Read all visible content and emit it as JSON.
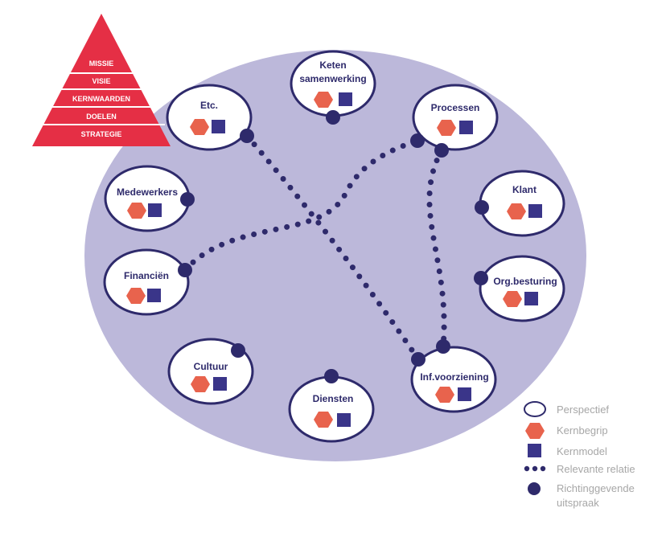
{
  "pyramid": {
    "levels": [
      "MISSIE",
      "VISIE",
      "KERNWAARDEN",
      "DOELEN",
      "STRATEGIE"
    ],
    "color": "#e52f45"
  },
  "colors": {
    "background_ellipse": "#bcb8da",
    "navy": "#2e2a6b",
    "hexagon": "#e8634d",
    "square": "#3a3589"
  },
  "perspectives": [
    {
      "id": "keten",
      "lines": [
        "Keten",
        "samenwerking"
      ]
    },
    {
      "id": "etc",
      "lines": [
        "Etc."
      ]
    },
    {
      "id": "processen",
      "lines": [
        "Processen"
      ]
    },
    {
      "id": "medewerkers",
      "lines": [
        "Medewerkers"
      ]
    },
    {
      "id": "klant",
      "lines": [
        "Klant"
      ]
    },
    {
      "id": "financien",
      "lines": [
        "Financiën"
      ]
    },
    {
      "id": "orgbesturing",
      "lines": [
        "Org.besturing"
      ]
    },
    {
      "id": "cultuur",
      "lines": [
        "Cultuur"
      ]
    },
    {
      "id": "diensten",
      "lines": [
        "Diensten"
      ]
    },
    {
      "id": "infvoorziening",
      "lines": [
        "Inf.voorziening"
      ]
    }
  ],
  "relations": [
    {
      "from": "etc",
      "to": "infvoorziening"
    },
    {
      "from": "financien",
      "to": "processen"
    },
    {
      "from": "processen",
      "to": "infvoorziening"
    }
  ],
  "legend": {
    "perspectief": "Perspectief",
    "kernbegrip": "Kernbegrip",
    "kernmodel": "Kernmodel",
    "relevante_relatie": "Relevante relatie",
    "richtinggevende": [
      "Richtinggevende",
      "uitspraak"
    ]
  }
}
